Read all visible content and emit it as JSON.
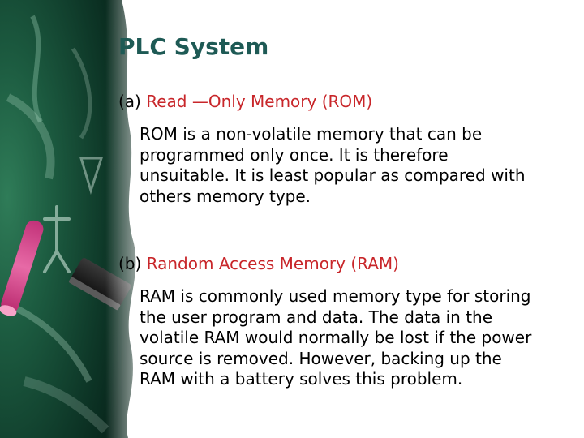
{
  "slide": {
    "title": "PLC System",
    "section_a": {
      "prefix": "(a)",
      "heading": "Read —Only Memory (ROM)",
      "lines": [
        "ROM is a non-volatile memory that can be",
        "programmed only once. It is therefore",
        "unsuitable. It is least popular as compared with",
        "others memory type."
      ]
    },
    "section_b": {
      "prefix": "(b)",
      "heading": "Random Access Memory (RAM)",
      "lines": [
        "RAM is commonly used memory type for storing",
        "the user program and data. The data in the",
        "volatile RAM would normally be lost if the power",
        "source is removed. However, backing up the",
        "RAM with a battery solves this problem."
      ]
    }
  },
  "colors": {
    "title": "#1e5a55",
    "accent": "#c8262a",
    "chalkboard": "#0f3a2c",
    "chalk_pink": "#d63f86"
  },
  "decor": {
    "image": "chalkboard-with-pink-chalk"
  }
}
